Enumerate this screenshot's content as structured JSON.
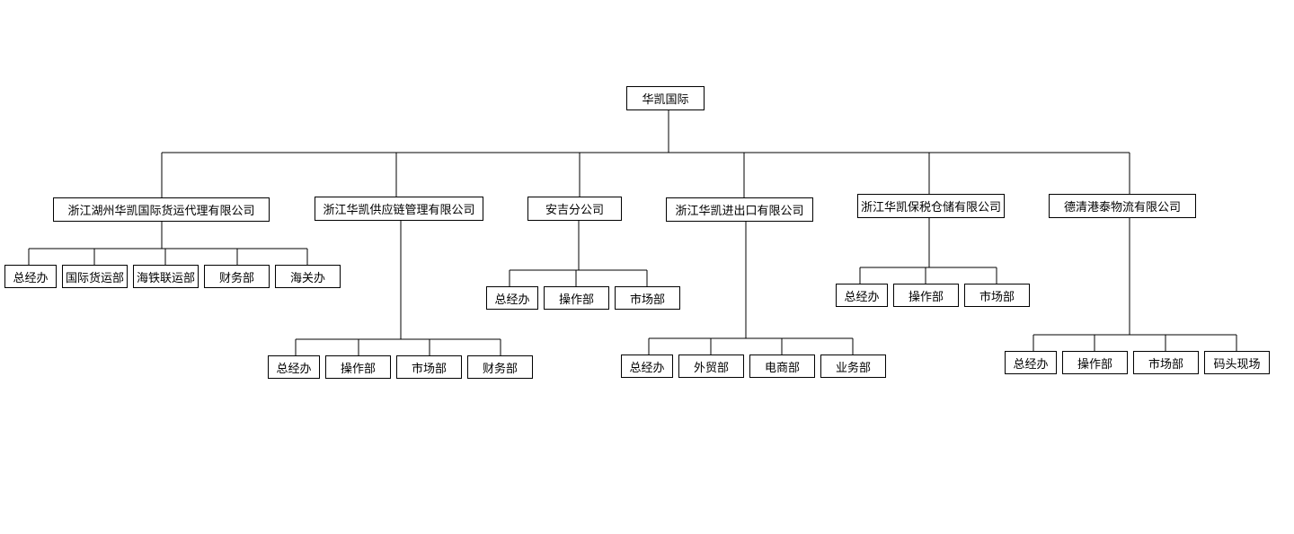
{
  "root": {
    "label": "华凯国际"
  },
  "companies": [
    {
      "label": "浙江湖州华凯国际货运代理有限公司",
      "departments": [
        "总经办",
        "国际货运部",
        "海铁联运部",
        "财务部",
        "海关办"
      ]
    },
    {
      "label": "浙江华凯供应链管理有限公司",
      "departments": [
        "总经办",
        "操作部",
        "市场部",
        "财务部"
      ]
    },
    {
      "label": "安吉分公司",
      "departments": [
        "总经办",
        "操作部",
        "市场部"
      ]
    },
    {
      "label": "浙江华凯进出口有限公司",
      "departments": [
        "总经办",
        "外贸部",
        "电商部",
        "业务部"
      ]
    },
    {
      "label": "浙江华凯保税仓储有限公司",
      "departments": [
        "总经办",
        "操作部",
        "市场部"
      ]
    },
    {
      "label": "德清港泰物流有限公司",
      "departments": [
        "总经办",
        "操作部",
        "市场部",
        "码头现场"
      ]
    }
  ]
}
